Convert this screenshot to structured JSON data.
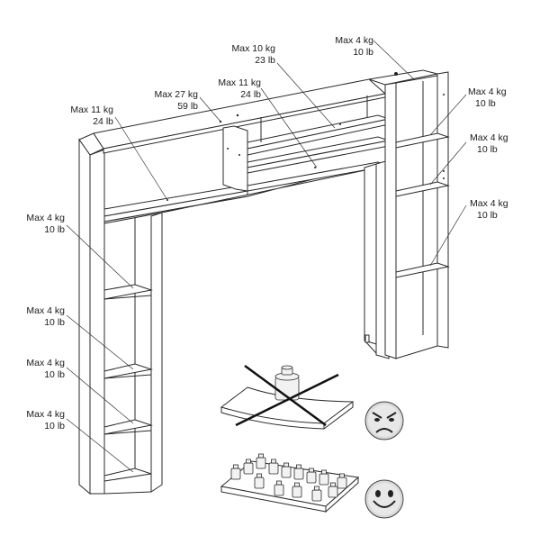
{
  "labels": [
    {
      "id": "top-center-right",
      "kg": "Max 10 kg",
      "lb": "23 lb"
    },
    {
      "id": "top-right-cap",
      "kg": "Max 4 kg",
      "lb": "10 lb"
    },
    {
      "id": "top-center-left",
      "kg": "Max 27 kg",
      "lb": "59 lb"
    },
    {
      "id": "upper-shelf-right",
      "kg": "Max 11 kg",
      "lb": "24 lb"
    },
    {
      "id": "upper-shelf-left",
      "kg": "Max 11 kg",
      "lb": "24 lb"
    },
    {
      "id": "right-tower-1",
      "kg": "Max 4 kg",
      "lb": "10 lb"
    },
    {
      "id": "right-tower-2",
      "kg": "Max 4 kg",
      "lb": "10 lb"
    },
    {
      "id": "right-tower-3",
      "kg": "Max 4 kg",
      "lb": "10 lb"
    },
    {
      "id": "left-tower-1",
      "kg": "Max 4 kg",
      "lb": "10 lb"
    },
    {
      "id": "left-tower-2",
      "kg": "Max 4 kg",
      "lb": "10 lb"
    },
    {
      "id": "left-tower-3",
      "kg": "Max 4 kg",
      "lb": "10 lb"
    },
    {
      "id": "left-tower-4",
      "kg": "Max 4 kg",
      "lb": "10 lb"
    }
  ],
  "icons": {
    "wrong": "angry-face-icon",
    "right": "smiling-face-icon",
    "cross": "cross-mark-icon"
  }
}
